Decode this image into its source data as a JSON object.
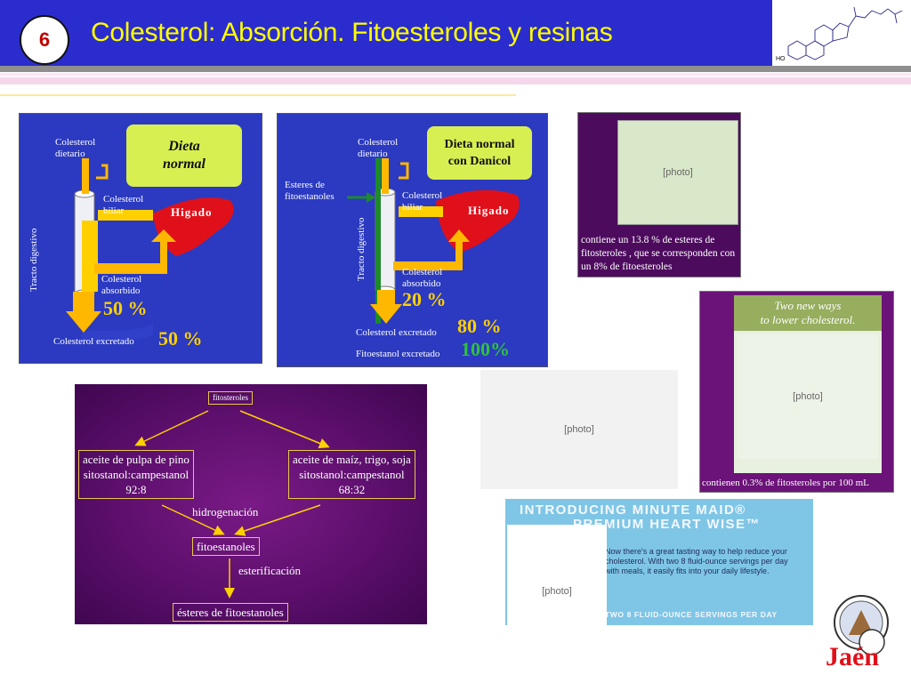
{
  "header": {
    "slide_number": "6",
    "title": "Colesterol: Absorción. Fitoesteroles y resinas",
    "molecule_label": "HO"
  },
  "diagram_normal": {
    "colesterol_dietario": "Colesterol\ndietario",
    "diet_box": "Dieta\nnormal",
    "colesterol_biliar": "Colesterol\nbiliar",
    "higado": "Higado",
    "tracto_digestivo": "Tracto digestivo",
    "colesterol_absorbido": "Colesterol\nabsorbido",
    "absorbido_pct": "50 %",
    "excretado_label": "Colesterol  excretado",
    "excretado_pct": "50 %"
  },
  "diagram_danicol": {
    "colesterol_dietario": "Colesterol\ndietario",
    "diet_box": "Dieta normal\ncon Danicol",
    "esteres_fitoestanoles": "Esteres de\nfitoestanoles",
    "colesterol_biliar": "Colesterol\nbiliar",
    "higado": "Higado",
    "tracto_digestivo": "Tracto digestivo",
    "colesterol_absorbido": "Colesterol\nabsorbido",
    "absorbido_pct": "20 %",
    "excretado_label": "Colesterol  excretado",
    "excretado_pct": "80 %",
    "fitoestanol_label": "Fitoestanol  excretado",
    "fitoestanol_pct": "100%"
  },
  "flora_card": {
    "caption": "contiene un 13.8 % de esteres de fitosteroles , que se corresponden con un 8% de fitoesteroles"
  },
  "flora_ad": {
    "headline": "Two new ways\nto lower cholesterol.",
    "caption": "contienen 0.3% de fitosteroles por 100 mL"
  },
  "flowchart": {
    "top": "fitosteroles",
    "left_box": "aceite de pulpa de pino\nsitostanol:campestanol\n92:8",
    "right_box": "aceite de maíz, trigo, soja\nsitostanol:campestanol\n68:32",
    "hidrogenacion": "hidrogenación",
    "middle": "fitoestanoles",
    "esterificacion": "esterificación",
    "bottom": "ésteres de fitoestanoles"
  },
  "minute_maid": {
    "title_line1": "Introducing Minute Maid®",
    "title_line2": "Premium Heart Wise™",
    "body": "Now there's a great tasting way to help reduce your cholesterol. With two 8 fluid-ounce servings per day with meals, it easily fits into your daily lifestyle.",
    "footer": "Two 8 Fluid-Ounce Servings Per Day"
  },
  "logo": {
    "text": "Jaén"
  },
  "colors": {
    "header_bg": "#2b2ccd",
    "title": "#ffff00",
    "diagram_bg": "#2b3ac0",
    "percent": "#ffd000",
    "liver": "#e0101a",
    "purple": "#5c0f6c"
  }
}
